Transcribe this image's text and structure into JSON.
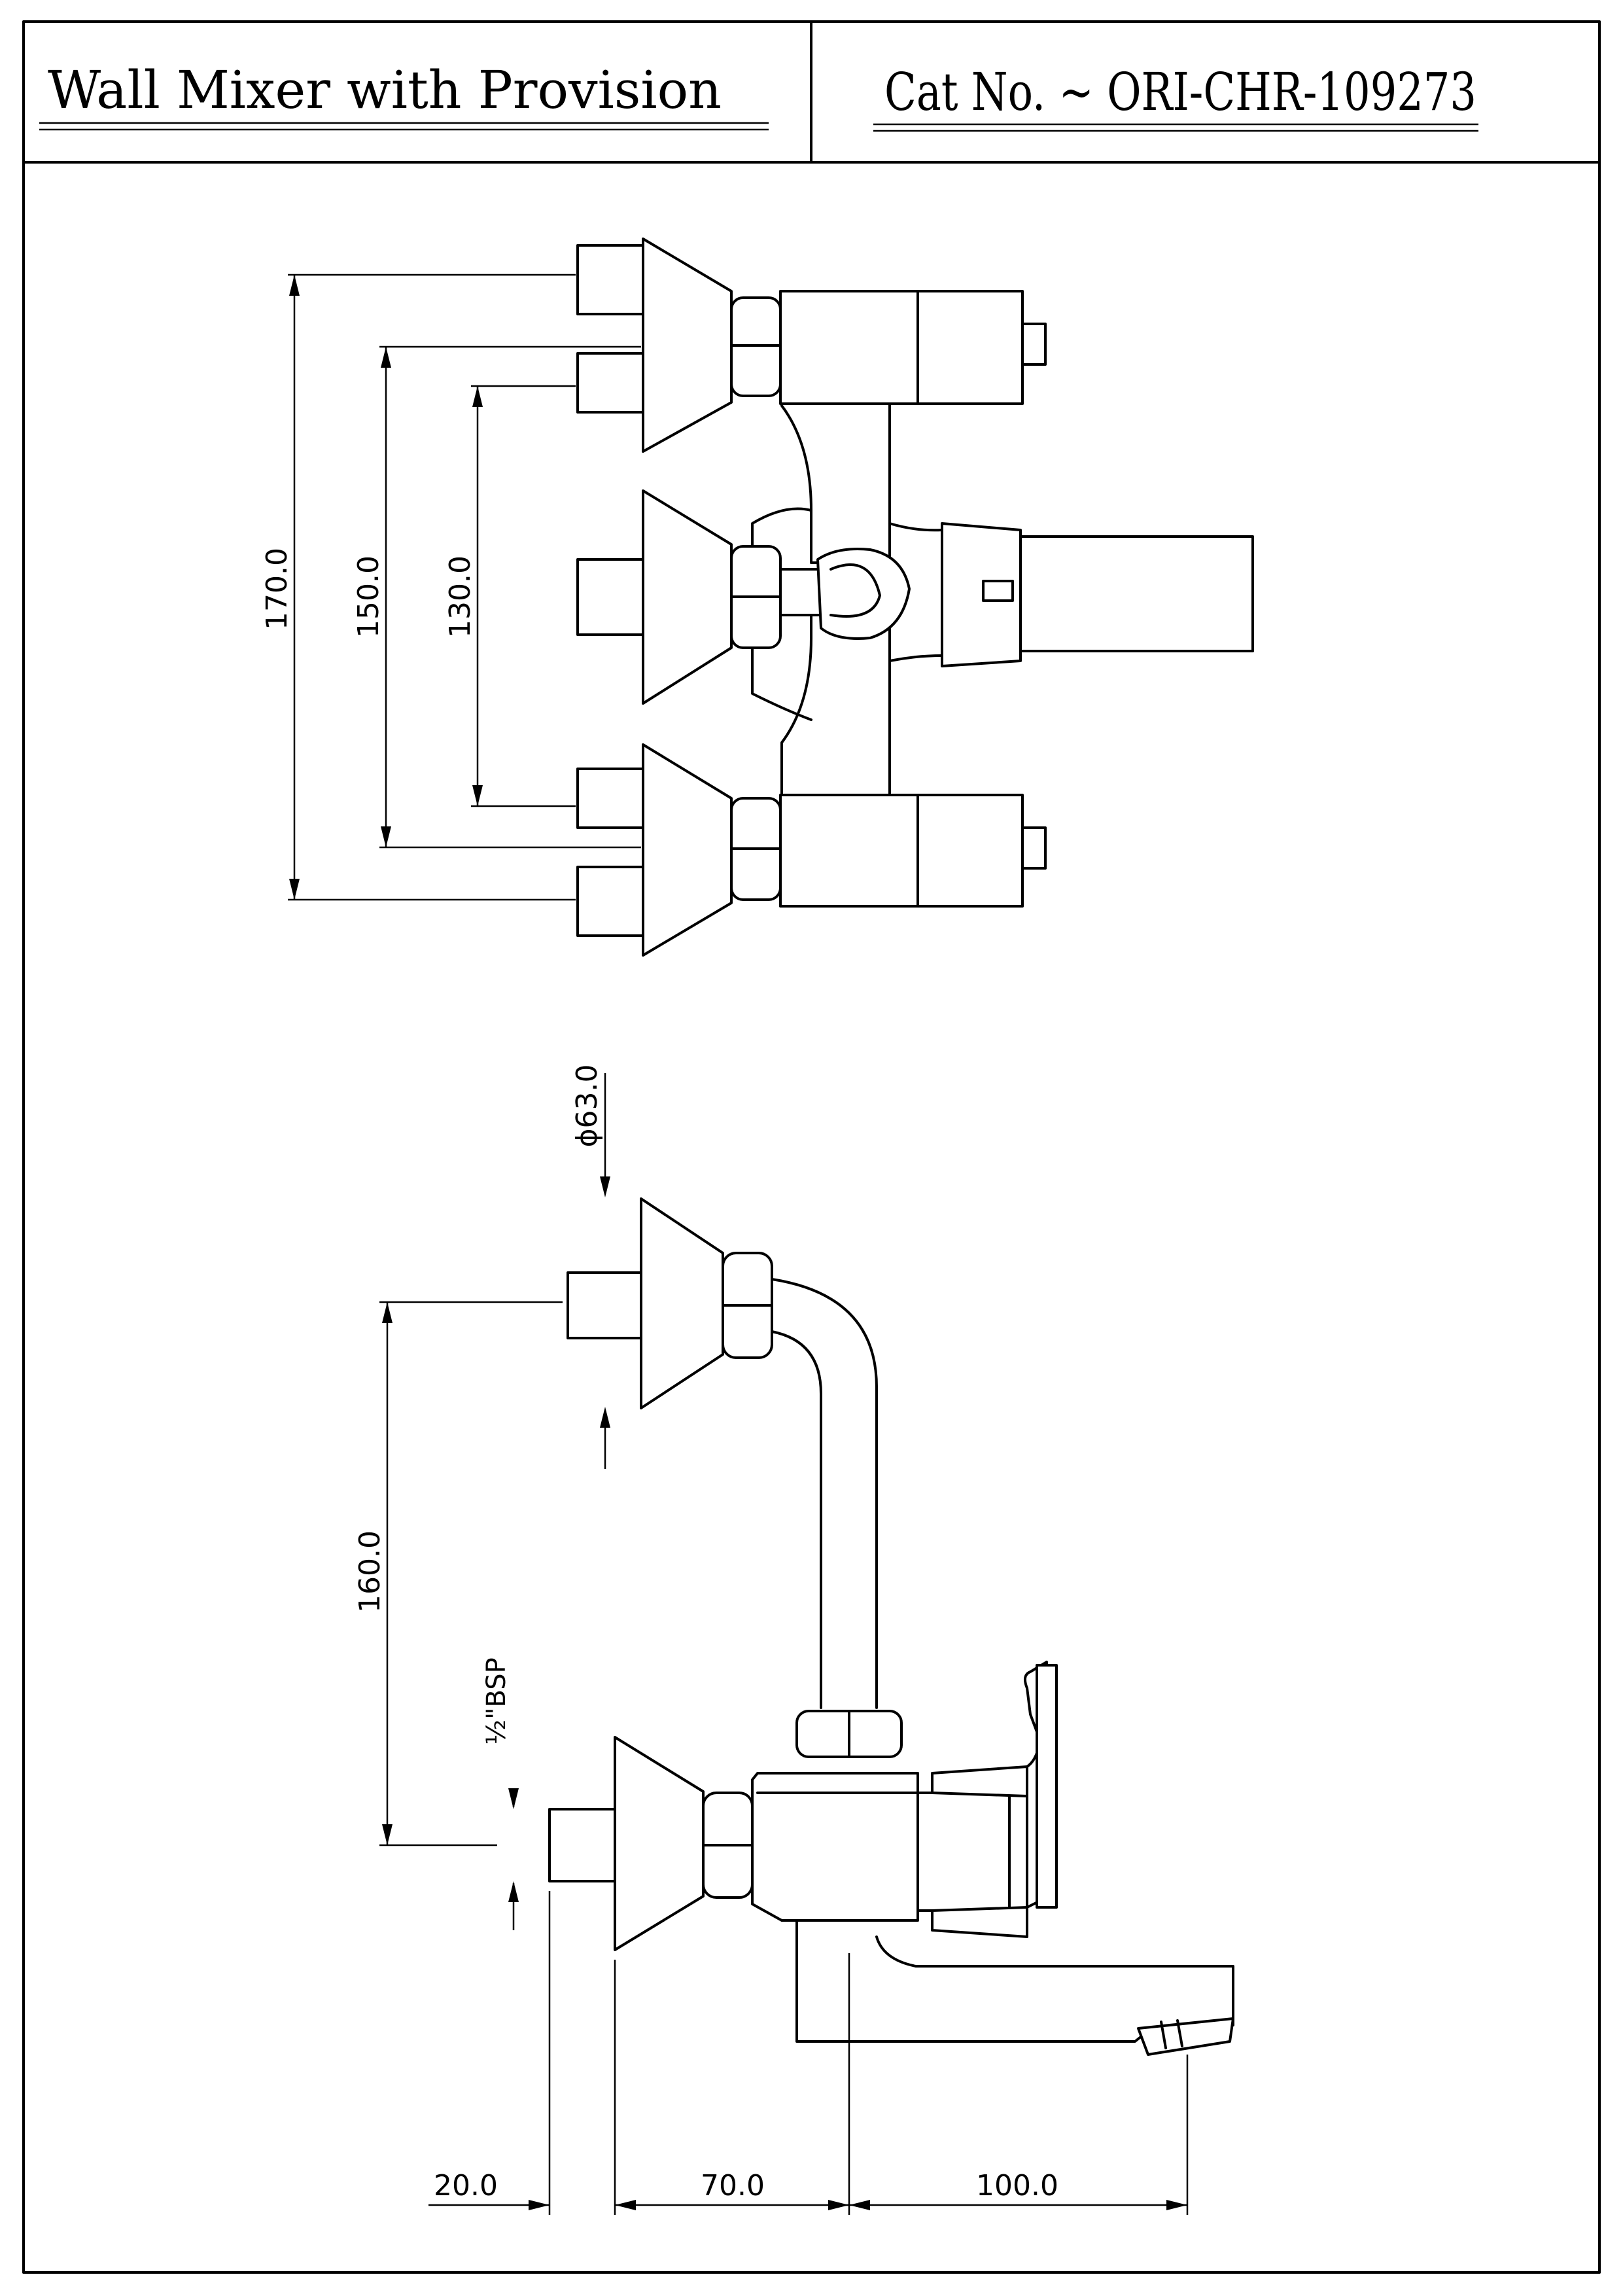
{
  "title_block": {
    "product_name": "Wall Mixer with Provision",
    "catalog_number": "Cat No. ~ ORI-CHR-109273"
  },
  "front_view": {
    "dimensions": {
      "overall_height": "170.0",
      "inlet_spacing": "150.0",
      "connection_spacing": "130.0"
    }
  },
  "side_view": {
    "dimensions": {
      "flange_diameter": "ϕ63.0",
      "provision_height": "160.0",
      "thread_size": "½\"BSP",
      "inlet_length": "20.0",
      "body_offset": "70.0",
      "spout_reach": "100.0"
    }
  }
}
